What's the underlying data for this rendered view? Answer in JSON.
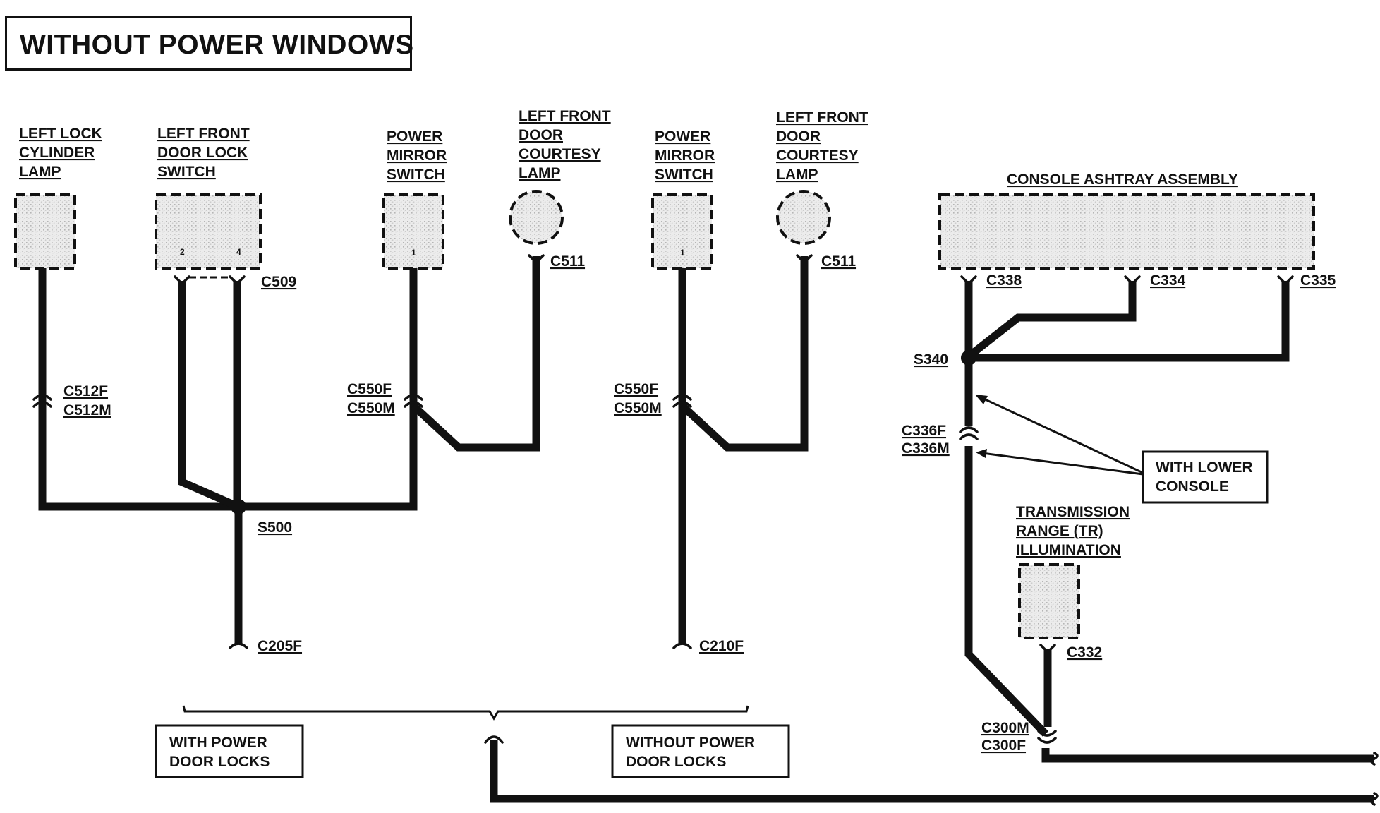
{
  "title": "WITHOUT POWER WINDOWS",
  "components": {
    "left_lock_cylinder_lamp": [
      "LEFT LOCK",
      "CYLINDER",
      "LAMP"
    ],
    "left_front_door_lock_switch": [
      "LEFT FRONT",
      "DOOR LOCK",
      "SWITCH"
    ],
    "power_mirror_switch_1": [
      "POWER",
      "MIRROR",
      "SWITCH"
    ],
    "courtesy_lamp_1": [
      "LEFT FRONT",
      "DOOR",
      "COURTESY",
      "LAMP"
    ],
    "power_mirror_switch_2": [
      "POWER",
      "MIRROR",
      "SWITCH"
    ],
    "courtesy_lamp_2": [
      "LEFT FRONT",
      "DOOR",
      "COURTESY",
      "LAMP"
    ],
    "console_ashtray_assembly": "CONSOLE ASHTRAY ASSEMBLY",
    "transmission_range_illumination": [
      "TRANSMISSION",
      "RANGE (TR)",
      "ILLUMINATION"
    ]
  },
  "pins": {
    "door_lock_switch_a": "2",
    "door_lock_switch_b": "4",
    "mirror_switch_1": "1",
    "mirror_switch_2": "1"
  },
  "connectors": {
    "c509": "C509",
    "c511_a": "C511",
    "c511_b": "C511",
    "c512": [
      "C512F",
      "C512M"
    ],
    "c550_a": [
      "C550F",
      "C550M"
    ],
    "c550_b": [
      "C550F",
      "C550M"
    ],
    "c205f": "C205F",
    "c210f": "C210F",
    "c338": "C338",
    "c334": "C334",
    "c335": "C335",
    "c336": [
      "C336F",
      "C336M"
    ],
    "c332": "C332",
    "c300": [
      "C300M",
      "C300F"
    ]
  },
  "splices": {
    "s500": "S500",
    "s340": "S340"
  },
  "notes": {
    "with_power_door_locks": [
      "WITH POWER",
      "DOOR LOCKS"
    ],
    "without_power_door_locks": [
      "WITHOUT POWER",
      "DOOR LOCKS"
    ],
    "with_lower_console": [
      "WITH LOWER",
      "CONSOLE"
    ]
  }
}
